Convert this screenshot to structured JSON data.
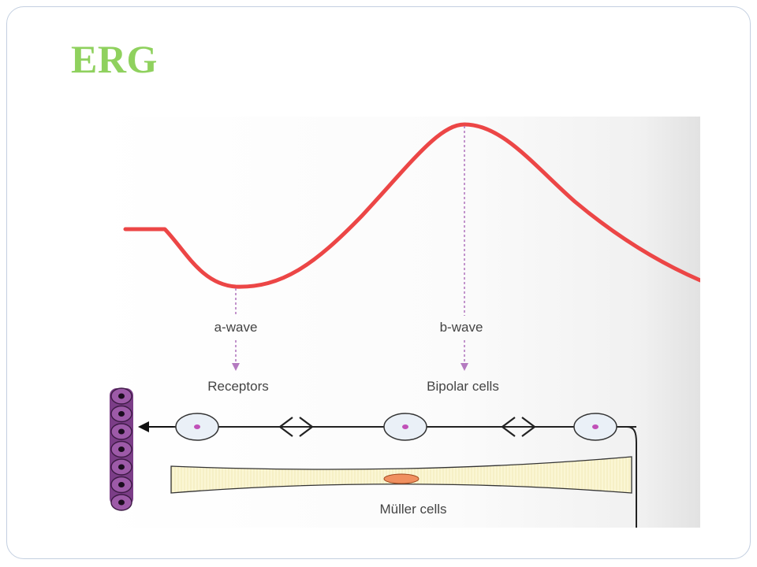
{
  "slide": {
    "title": "ERG"
  },
  "diagram": {
    "wave_labels": {
      "a_wave": "a-wave",
      "b_wave": "b-wave"
    },
    "cell_labels": {
      "receptors": "Receptors",
      "bipolar_cells": "Bipolar cells",
      "muller_cells": "Müller cells"
    },
    "colors": {
      "waveform": "#ec4646",
      "pointer_arrows": "#b47ac0",
      "title": "#8fd15e",
      "receptor_cells": "#9d5aa8",
      "cell_nucleus": "#c050b8",
      "muller_cell_fill": "#fbf6d4",
      "muller_nucleus": "#f09060"
    }
  }
}
